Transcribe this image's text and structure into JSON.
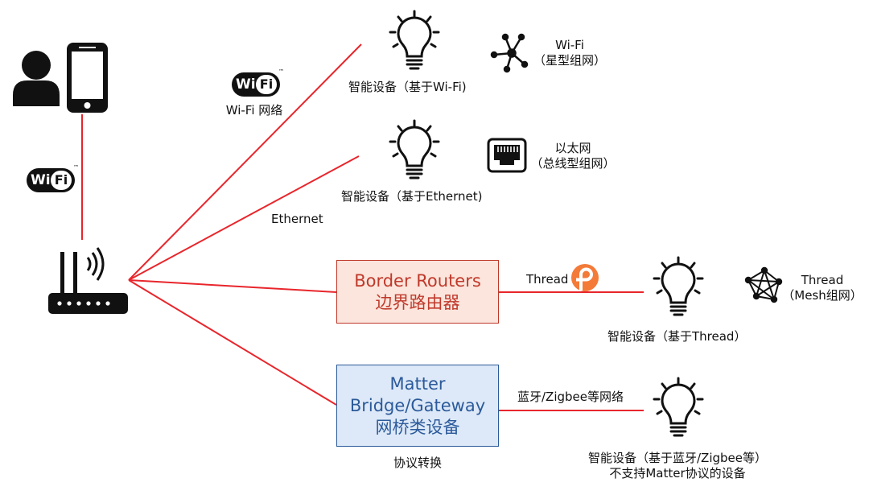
{
  "wifi_logo": {
    "wi": "Wi",
    "fi": "Fi",
    "tm": "™"
  },
  "wifi_network_label": "Wi-Fi 网络",
  "ethernet_label": "Ethernet",
  "devices": {
    "wifi": "智能设备（基于Wi-Fi)",
    "ethernet": "智能设备（基于Ethernet)",
    "thread": "智能设备（基于Thread）",
    "bluetooth_line1": "智能设备（基于蓝牙/Zigbee等）",
    "bluetooth_line2": "不支持Matter协议的设备"
  },
  "topologies": {
    "wifi_line1": "Wi-Fi",
    "wifi_line2": "（星型组网）",
    "ethernet_line1": "以太网",
    "ethernet_line2": "（总线型组网）",
    "thread_line1": "Thread",
    "thread_line2": "（Mesh组网）"
  },
  "border_router": {
    "line1": "Border Routers",
    "line2": "边界路由器"
  },
  "matter_bridge": {
    "line1": "Matter",
    "line2": "Bridge/Gateway",
    "line3": "网桥类设备"
  },
  "protocol_conversion": "协议转换",
  "thread_link_label": "Thread",
  "bluetooth_link_label": "蓝牙/Zigbee等网络",
  "colors": {
    "link_line": "#e8262c",
    "border_router_text": "#c0392b",
    "border_router_fill": "#fbe5dc",
    "matter_text": "#2c5a9a",
    "matter_fill": "#dde9f8",
    "thread_logo": "#f47a38",
    "icon": "#111111"
  },
  "icons": [
    "user-icon",
    "phone-icon",
    "router-icon",
    "lightbulb-icon",
    "star-topology-icon",
    "ethernet-port-icon",
    "mesh-topology-icon",
    "thread-logo-icon",
    "wifi-logo-icon"
  ]
}
